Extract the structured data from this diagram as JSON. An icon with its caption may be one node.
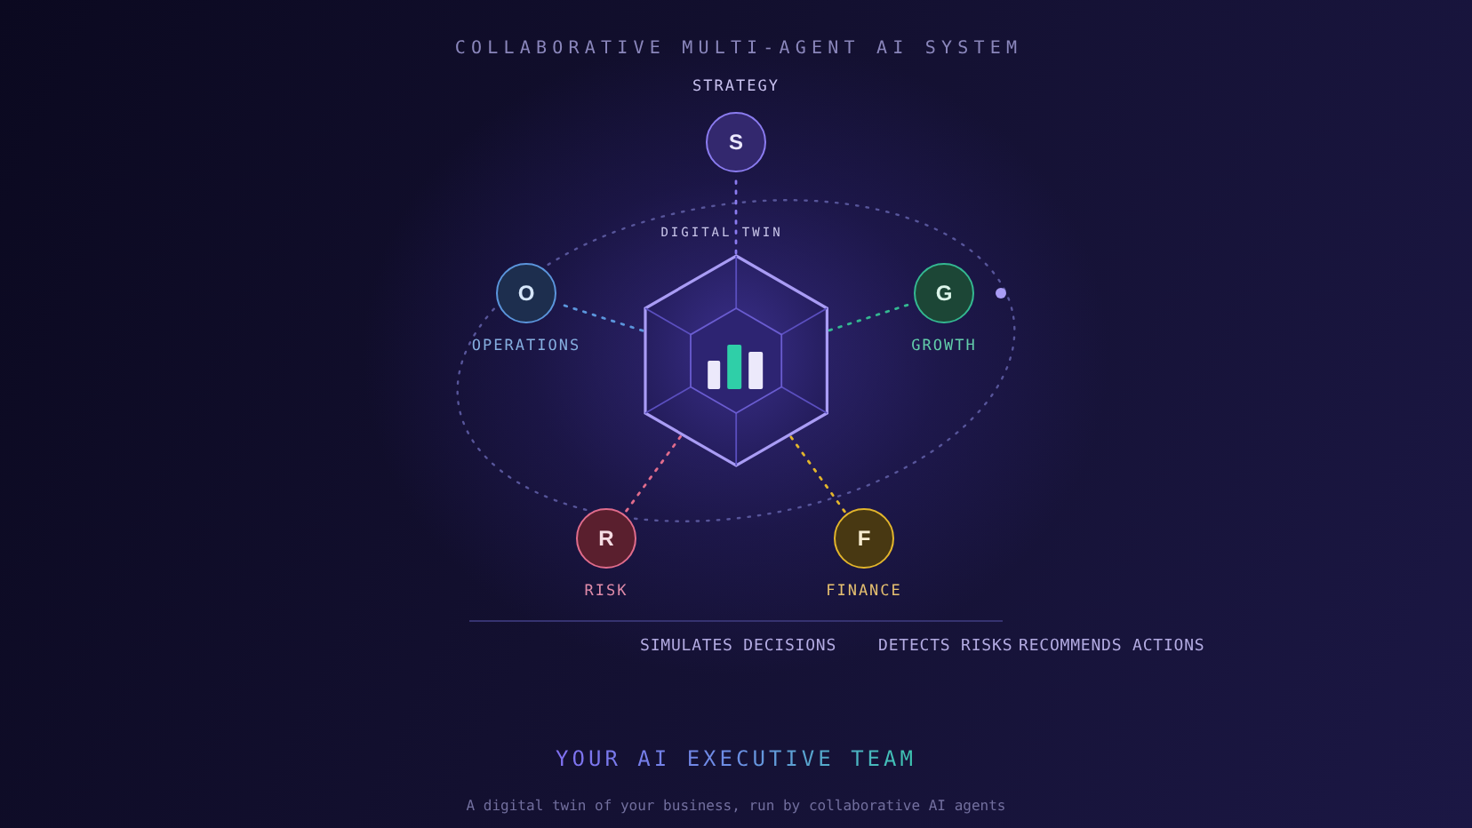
{
  "diagram": {
    "title": "COLLABORATIVE MULTI-AGENT AI SYSTEM",
    "nodes": [
      {
        "text": [
          "S"
        ],
        "beside": [
          "STRATEGY"
        ]
      },
      {
        "text": [],
        "shape": "hexagon",
        "beside": [
          "DIGITAL TWIN"
        ]
      },
      {
        "text": [
          "O"
        ],
        "beside": [
          "OPERATIONS"
        ]
      },
      {
        "text": [
          "G"
        ],
        "beside": [
          "GROWTH"
        ]
      },
      {
        "text": [
          "R"
        ],
        "beside": [
          "RISK"
        ]
      },
      {
        "text": [
          "F"
        ],
        "beside": [
          "FINANCE"
        ]
      }
    ],
    "edges": [
      {
        "from": 1,
        "to": 0,
        "arrow": "none",
        "style": "dashed",
        "color": "#8b7cf0"
      },
      {
        "from": 1,
        "to": 2,
        "arrow": "none",
        "style": "dashed",
        "color": "#5b95dc"
      },
      {
        "from": 1,
        "to": 3,
        "arrow": "none",
        "style": "dashed",
        "color": "#34b891"
      },
      {
        "from": 1,
        "to": 4,
        "arrow": "none",
        "style": "dashed",
        "color": "#e06c8c"
      },
      {
        "from": 1,
        "to": 5,
        "arrow": "none",
        "style": "dashed",
        "color": "#e2b52c"
      }
    ],
    "labels": [
      "SIMULATES DECISIONS",
      "DETECTS RISKS",
      "RECOMMENDS ACTIONS",
      "YOUR AI EXECUTIVE TEAM"
    ],
    "caption": "A digital twin of your business, run by collaborative AI agents"
  }
}
